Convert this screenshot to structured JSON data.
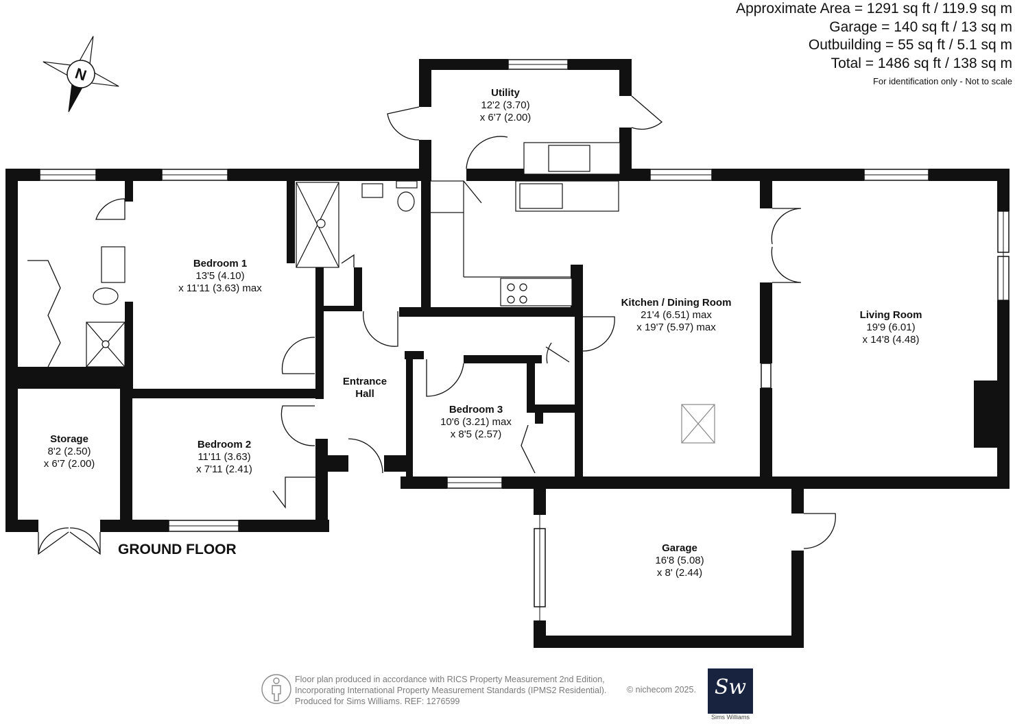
{
  "areas": {
    "approximate_area": "Approximate Area = 1291 sq ft / 119.9 sq m",
    "garage": "Garage = 140 sq ft / 13 sq m",
    "outbuilding": "Outbuilding = 55 sq ft / 5.1 sq m",
    "total": "Total = 1486 sq ft / 138 sq m",
    "note": "For identification only - Not to scale"
  },
  "compass": {
    "label": "N"
  },
  "rooms": {
    "utility": {
      "name": "Utility",
      "dim1": "12'2 (3.70)",
      "dim2": "x 6'7 (2.00)"
    },
    "bedroom1": {
      "name": "Bedroom 1",
      "dim1": "13'5 (4.10)",
      "dim2": "x 11'11 (3.63) max"
    },
    "kitchen": {
      "name": "Kitchen / Dining Room",
      "dim1": "21'4 (6.51) max",
      "dim2": "x 19'7 (5.97) max"
    },
    "living": {
      "name": "Living Room",
      "dim1": "19'9 (6.01)",
      "dim2": "x 14'8 (4.48)"
    },
    "entrance": {
      "name1": "Entrance",
      "name2": "Hall"
    },
    "bedroom3": {
      "name": "Bedroom 3",
      "dim1": "10'6 (3.21) max",
      "dim2": "x 8'5 (2.57)"
    },
    "storage": {
      "name": "Storage",
      "dim1": "8'2 (2.50)",
      "dim2": "x 6'7 (2.00)"
    },
    "bedroom2": {
      "name": "Bedroom 2",
      "dim1": "11'11 (3.63)",
      "dim2": "x 7'11 (2.41)"
    },
    "garage": {
      "name": "Garage",
      "dim1": "16'8 (5.08)",
      "dim2": "x 8' (2.44)"
    }
  },
  "floor_label": "GROUND FLOOR",
  "footer": {
    "line1": "Floor plan produced in accordance with RICS Property Measurement 2nd Edition,",
    "line2": "Incorporating International Property Measurement Standards (IPMS2 Residential).",
    "line3": "Produced for Sims Williams.    REF: 1276599",
    "copyright": "© nichecom 2025.",
    "logo_monogram": "Sw",
    "logo_name": "Sims Williams"
  },
  "colors": {
    "wall": "#111111",
    "logo_bg": "#18233f",
    "footer_text": "#7a7a7a"
  }
}
